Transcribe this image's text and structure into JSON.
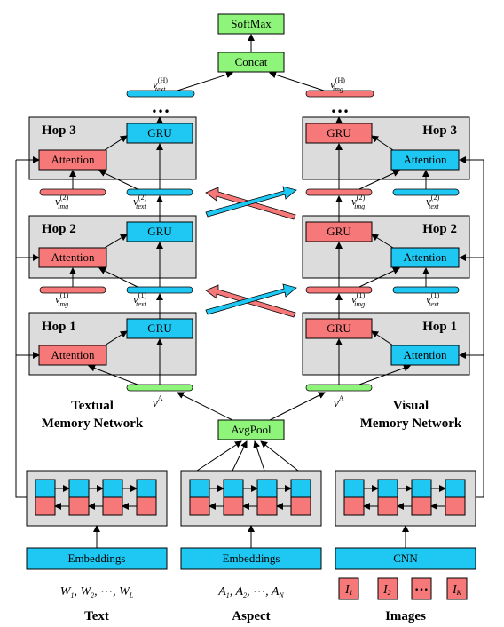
{
  "colors": {
    "green": "#8ef57a",
    "blue": "#1ec8f2",
    "red": "#f77878",
    "hop_bg": "#dcdcdc",
    "line": "#000000"
  },
  "top": {
    "softmax": "SoftMax",
    "concat": "Concat",
    "dots": "•••",
    "v_text_h": {
      "base": "v",
      "sup": "(H)",
      "sub": "text"
    },
    "v_img_h": {
      "base": "v",
      "sup": "(H)",
      "sub": "img"
    }
  },
  "textual": {
    "hops": [
      {
        "hop": "Hop 3",
        "attention": "Attention",
        "gru": "GRU"
      },
      {
        "hop": "Hop 2",
        "attention": "Attention",
        "gru": "GRU"
      },
      {
        "hop": "Hop 1",
        "attention": "Attention",
        "gru": "GRU"
      }
    ],
    "v_img_2": {
      "base": "v",
      "sup": "(2)",
      "sub": "img"
    },
    "v_text_2": {
      "base": "v",
      "sup": "(2)",
      "sub": "text"
    },
    "v_img_1": {
      "base": "v",
      "sup": "(1)",
      "sub": "img"
    },
    "v_text_1": {
      "base": "v",
      "sup": "(1)",
      "sub": "text"
    },
    "v_a": {
      "base": "v",
      "sup": "A"
    },
    "title_line1": "Textual",
    "title_line2": "Memory Network"
  },
  "visual": {
    "hops": [
      {
        "hop": "Hop 3",
        "attention": "Attention",
        "gru": "GRU"
      },
      {
        "hop": "Hop 2",
        "attention": "Attention",
        "gru": "GRU"
      },
      {
        "hop": "Hop 1",
        "attention": "Attention",
        "gru": "GRU"
      }
    ],
    "v_img_2": {
      "base": "v",
      "sup": "(2)",
      "sub": "img"
    },
    "v_text_2": {
      "base": "v",
      "sup": "(2)",
      "sub": "text"
    },
    "v_img_1": {
      "base": "v",
      "sup": "(1)",
      "sub": "img"
    },
    "v_text_1": {
      "base": "v",
      "sup": "(1)",
      "sub": "text"
    },
    "v_a": {
      "base": "v",
      "sup": "A"
    },
    "title_line1": "Visual",
    "title_line2": "Memory Network"
  },
  "avgpool": "AvgPool",
  "bottom": {
    "text_embed": "Embeddings",
    "aspect_embed": "Embeddings",
    "cnn": "CNN",
    "text_seq": [
      {
        "base": "W",
        "sub": "1"
      },
      {
        "base": "W",
        "sub": "2"
      },
      {
        "base": "⋯"
      },
      {
        "base": "W",
        "sub": "L"
      }
    ],
    "aspect_seq": [
      {
        "base": "A",
        "sub": "1"
      },
      {
        "base": "A",
        "sub": "2"
      },
      {
        "base": "⋯"
      },
      {
        "base": "A",
        "sub": "N"
      }
    ],
    "images": [
      {
        "base": "I",
        "sub": "1"
      },
      {
        "base": "I",
        "sub": "2"
      },
      {
        "base": "•••"
      },
      {
        "base": "I",
        "sub": "K"
      }
    ],
    "text_caption": "Text",
    "aspect_caption": "Aspect",
    "images_caption": "Images"
  }
}
